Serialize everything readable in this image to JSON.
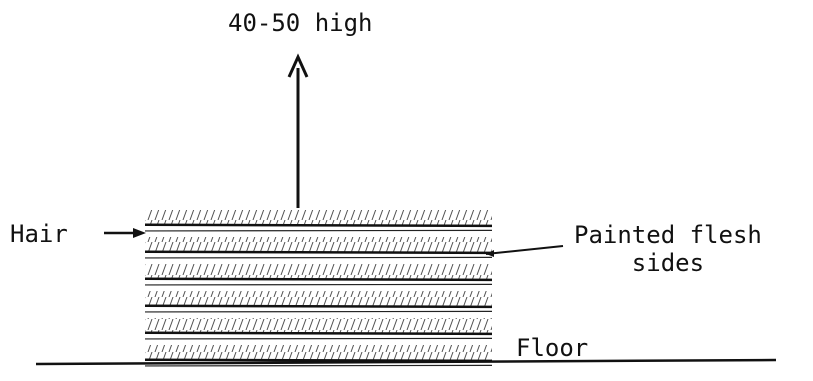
{
  "labels": {
    "height": "40-50 high",
    "hair": "Hair",
    "painted_flesh": "Painted flesh",
    "sides": "sides",
    "floor": "Floor"
  },
  "stack": {
    "layers": 6
  },
  "colors": {
    "ink": "#111111",
    "background": "#ffffff"
  }
}
